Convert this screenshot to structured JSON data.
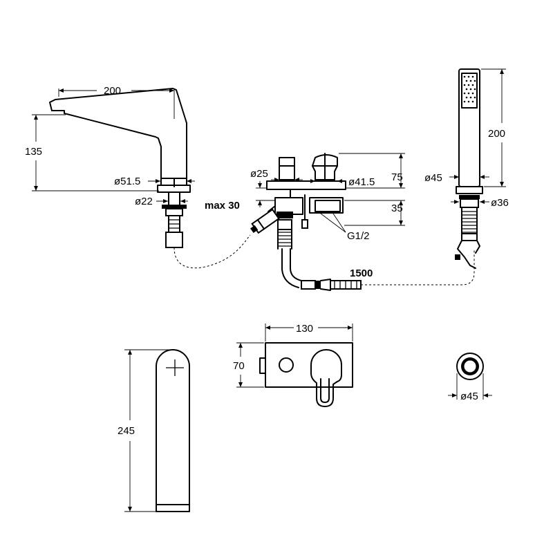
{
  "labels": {
    "spout_width": "200",
    "spout_height": "135",
    "spout_base_dia": "ø51.5",
    "spout_shank_dia": "ø22",
    "valve_stem_dia": "ø25",
    "valve_body_dia": "ø41.5",
    "valve_height": "75",
    "valve_below": "35",
    "deck_thickness": "max 30",
    "thread": "G1/2",
    "hose_length": "1500",
    "handshower_height": "200",
    "handshower_dia": "ø45",
    "handshower_base_dia": "ø36",
    "spout_depth": "245",
    "plate_width": "130",
    "plate_height": "70",
    "holder_dia": "ø45"
  }
}
